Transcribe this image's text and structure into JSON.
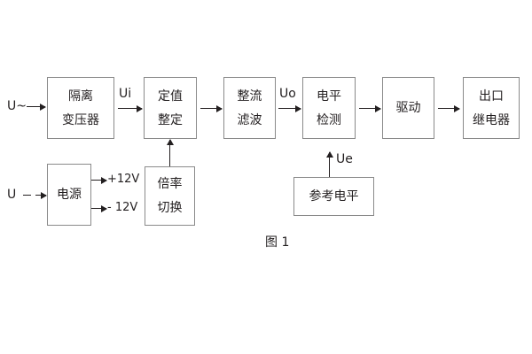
{
  "diagram": {
    "caption": "图 1",
    "blocks": [
      {
        "id": "isolation-transformer",
        "line1": "隔离",
        "line2": "变压器"
      },
      {
        "id": "setpoint-adjust",
        "line1": "定值",
        "line2": "整定"
      },
      {
        "id": "rectify-filter",
        "line1": "整流",
        "line2": "滤波"
      },
      {
        "id": "level-detect",
        "line1": "电平",
        "line2": "检测"
      },
      {
        "id": "drive",
        "line1": "驱动",
        "line2": ""
      },
      {
        "id": "output-relay",
        "line1": "出口",
        "line2": "继电器"
      },
      {
        "id": "power-supply",
        "line1": "电源",
        "line2": ""
      },
      {
        "id": "multiplier-switch",
        "line1": "倍率",
        "line2": "切换"
      },
      {
        "id": "reference-level",
        "line1": "参考电平",
        "line2": ""
      }
    ],
    "signals": {
      "input_ac": "U~",
      "input_dc": "U",
      "ui": "Ui",
      "uo": "Uo",
      "ue": "Ue",
      "rail_pos": "+12V",
      "rail_neg": "- 12V"
    },
    "colors": {
      "box_border": "#8a8a8a",
      "text": "#231f20",
      "background": "#ffffff"
    }
  }
}
